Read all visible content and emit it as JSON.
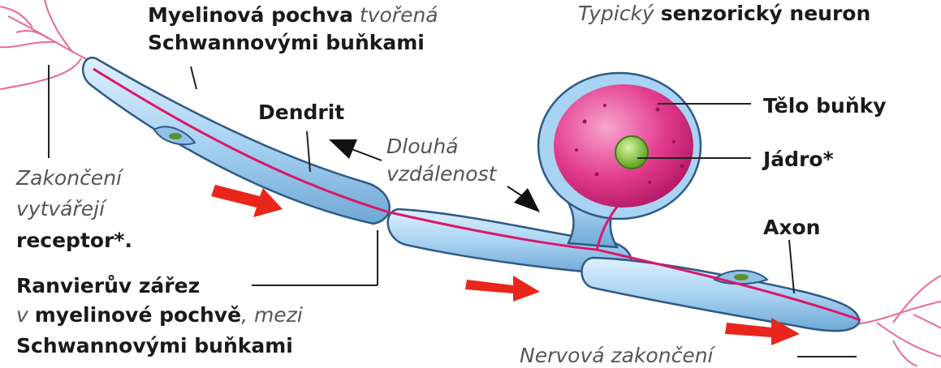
{
  "labels": {
    "myelin_bold": "Myelinová pochva",
    "myelin_rest": " tvořená",
    "schwann_1": "Schwannovými buňkami",
    "typical_light": "Typický ",
    "typical_bold": "senzorický neuron",
    "dendrit": "Dendrit",
    "dlouha": "Dlouhá",
    "vzdalenost": "vzdálenost",
    "telo": "Tělo buňky",
    "jadro": "Jádro*",
    "zakonceni": "Zakončení",
    "vytvareji": "vytvářejí",
    "receptor": "receptor*.",
    "axon": "Axon",
    "ranvier_bold": "Ranvierův zářez",
    "v_light": "v ",
    "myelin2_bold": "myelinové pochvě",
    "mezi_light": ", mezi",
    "schwann_2": "Schwannovými buňkami",
    "nervova": "Nervová zakončení"
  },
  "colors": {
    "sheath": "#a9d3f2",
    "sheath_edge": "#2e5a86",
    "axon_line": "#d9186b",
    "cell_body": "#e23a8c",
    "nucleus": "#7cc52a",
    "arrow": "#e8261c",
    "nerve": "#e86a9a"
  },
  "icons": [
    "signal-direction-arrow-icon",
    "pointer-arrow-icon"
  ]
}
